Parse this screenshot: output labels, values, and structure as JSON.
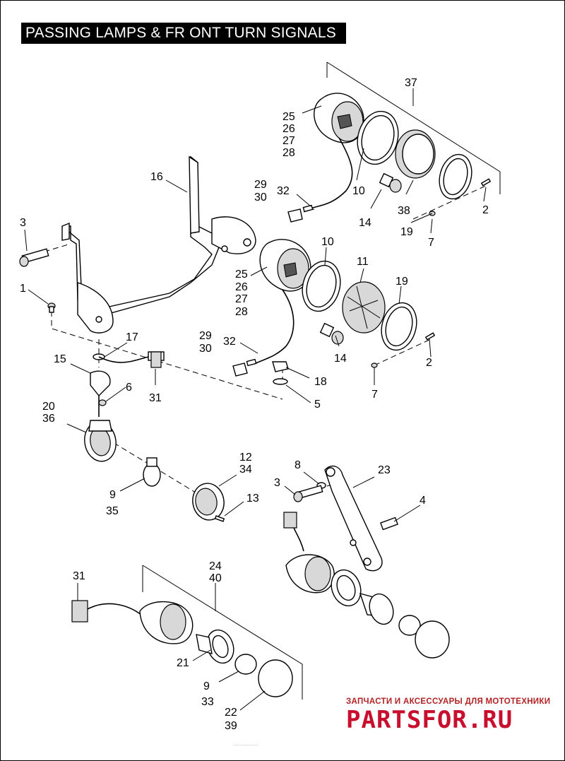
{
  "title": "PASSING LAMPS & FR ONT TURN SIGNALS",
  "callouts": {
    "c2a": "2",
    "c2b": "2",
    "c3a": "3",
    "c3b": "3",
    "c1": "1",
    "c4": "4",
    "c5": "5",
    "c6": "6",
    "c7a": "7",
    "c7b": "7",
    "c8": "8",
    "c9a": "9",
    "c9b": "9",
    "c10a": "10",
    "c10b": "10",
    "c11": "11",
    "c12": "12",
    "c13": "13",
    "c14a": "14",
    "c14b": "14",
    "c15": "15",
    "c16": "16",
    "c17": "17",
    "c18": "18",
    "c19a": "19",
    "c19b": "19",
    "c20": "20",
    "c21": "21",
    "c22": "22",
    "c23": "23",
    "c24": "24",
    "c25a": "25",
    "c25b": "25",
    "c26a": "26",
    "c26b": "26",
    "c27a": "27",
    "c27b": "27",
    "c28a": "28",
    "c28b": "28",
    "c29a": "29",
    "c29b": "29",
    "c30a": "30",
    "c30b": "30",
    "c31a": "31",
    "c31b": "31",
    "c32a": "32",
    "c32b": "32",
    "c33": "33",
    "c34": "34",
    "c35": "35",
    "c36": "36",
    "c37": "37",
    "c38": "38",
    "c39": "39",
    "c40": "40"
  },
  "watermark": {
    "subtitle": "ЗАПЧАСТИ И АКСЕССУАРЫ ДЛЯ МОТОТЕХНИКИ",
    "brand": "PARTSFOR.RU"
  },
  "footer_fine_print": "................"
}
